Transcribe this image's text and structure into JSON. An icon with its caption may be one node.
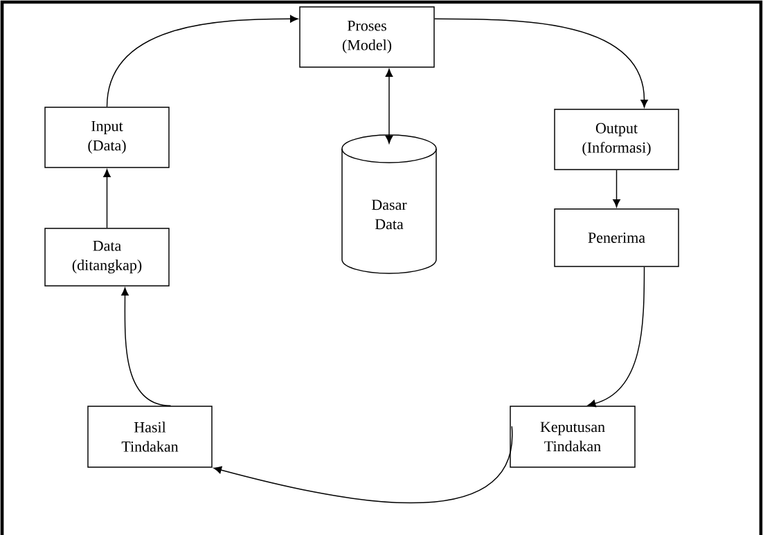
{
  "diagram": {
    "nodes": [
      {
        "text": [
          "Proses (Model)"
        ]
      },
      {
        "text": [
          "Input (Data)"
        ]
      },
      {
        "text": [
          "Output (Informasi)"
        ]
      },
      {
        "text": [
          "Dasar Data"
        ]
      },
      {
        "text": [
          "Data (ditangkap)"
        ]
      },
      {
        "text": [
          "Penerima"
        ]
      },
      {
        "text": [
          "Hasil Tindakan"
        ]
      },
      {
        "text": [
          "Keputusan Tindakan"
        ]
      }
    ],
    "edges": [
      {
        "from": 1,
        "to": 0,
        "arrow": "to"
      },
      {
        "from": 0,
        "to": 2,
        "arrow": "to"
      },
      {
        "from": 0,
        "to": 3,
        "arrow": "both"
      },
      {
        "from": 2,
        "to": 5,
        "arrow": "to"
      },
      {
        "from": 5,
        "to": 7,
        "arrow": "to"
      },
      {
        "from": 7,
        "to": 6,
        "arrow": "to"
      },
      {
        "from": 6,
        "to": 4,
        "arrow": "to"
      },
      {
        "from": 4,
        "to": 1,
        "arrow": "to"
      }
    ]
  }
}
